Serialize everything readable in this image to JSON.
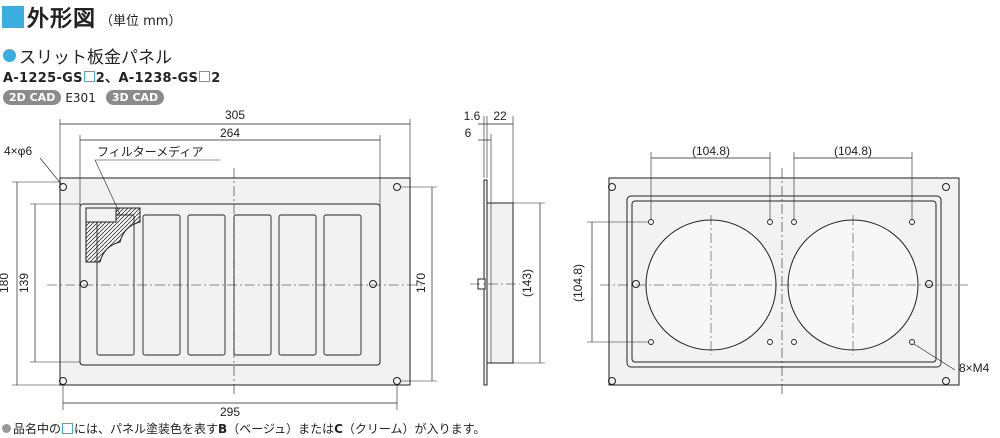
{
  "header": {
    "title": "外形図",
    "unit": "（単位 mm）"
  },
  "section": {
    "title": "スリット板金パネル"
  },
  "models": {
    "first": "A-1225-GS",
    "second": "A-1238-GS",
    "suffix": "2",
    "sep": "、"
  },
  "cad": {
    "badge2d": "2D CAD",
    "code2d": "E301",
    "badge3d": "3D CAD"
  },
  "dims": {
    "d305": "305",
    "d264": "264",
    "d295": "295",
    "d180": "180",
    "d139": "139",
    "d170": "170",
    "holes": "4×φ6",
    "filter": "フィルターメディア",
    "d1_6": "1.6",
    "d22": "22",
    "d6": "6",
    "d143": "(143)",
    "d104_8a": "(104.8)",
    "d104_8b": "(104.8)",
    "d104_8v": "(104.8)",
    "m4": "8×M4"
  },
  "footer": {
    "p1": "品名中の",
    "p2": "には、パネル塗装色を表す",
    "b": "B",
    "p3": "（ベージュ）または",
    "c": "C",
    "p4": "（クリーム）が入ります。"
  },
  "colors": {
    "accent": "#3aaee0",
    "fill": "#f2f2f2",
    "line": "#222222"
  }
}
